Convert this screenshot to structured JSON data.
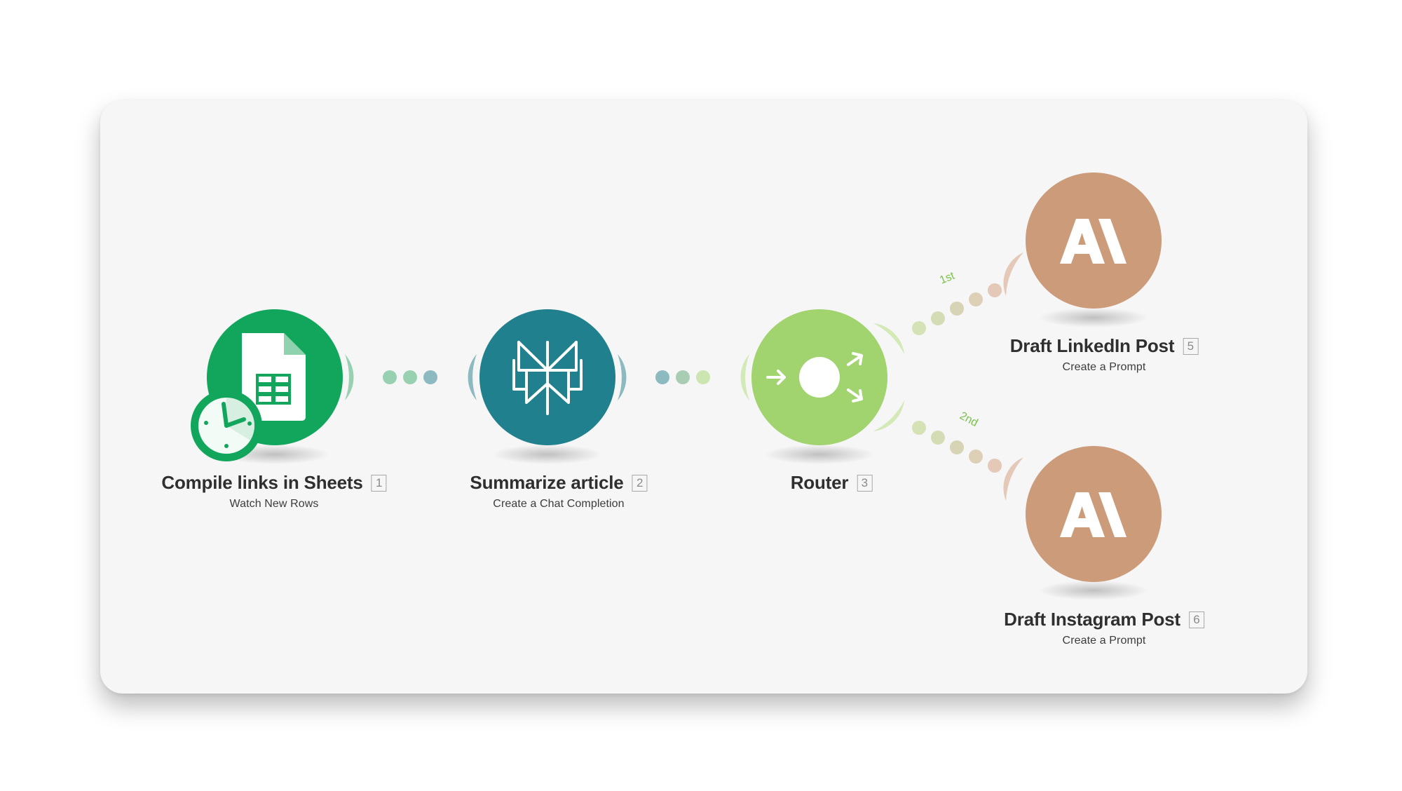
{
  "modules": [
    {
      "title": "Compile links in Sheets",
      "badge": "1",
      "subtitle": "Watch New Rows",
      "icon": "google-sheets-icon",
      "color": "#12a65d"
    },
    {
      "title": "Summarize article",
      "badge": "2",
      "subtitle": "Create a Chat Completion",
      "icon": "perplexity-icon",
      "color": "#20808d"
    },
    {
      "title": "Router",
      "badge": "3",
      "subtitle": "",
      "icon": "router-icon",
      "color": "#a1d36e"
    },
    {
      "title": "Draft LinkedIn Post",
      "badge": "5",
      "subtitle": "Create a Prompt",
      "icon": "anthropic-claude-icon",
      "color": "#cc9b7a"
    },
    {
      "title": "Draft Instagram Post",
      "badge": "6",
      "subtitle": "Create a Prompt",
      "icon": "anthropic-claude-icon",
      "color": "#cc9b7a"
    }
  ],
  "routes": [
    {
      "label": "1st",
      "color": "#7bbf4a"
    },
    {
      "label": "2nd",
      "color": "#7bbf4a"
    }
  ],
  "colors": {
    "canvas": "#f6f6f6",
    "sheets_green": "#12a65d",
    "sheets_connector": "#98d1b1",
    "perplexity_teal": "#20808d",
    "perplexity_connector": "#8cbac0",
    "router_green": "#a1d36e",
    "router_connector": "#d3e9b6",
    "route_dot": "#d4d2b6",
    "anthropic_tan": "#cc9b7a",
    "anthropic_connector": "#e4c8b8"
  }
}
